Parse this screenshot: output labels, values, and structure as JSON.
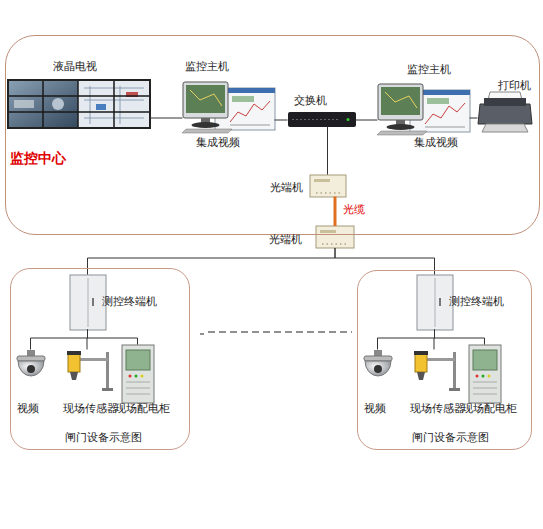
{
  "diagram": {
    "nodes": [
      {
        "text": [
          "监控中心"
        ]
      },
      {
        "text": [
          "液晶电视"
        ],
        "in": 0
      },
      {
        "text": [
          "监控主机",
          "集成视频"
        ],
        "in": 0
      },
      {
        "text": [
          "交换机"
        ],
        "in": 0
      },
      {
        "text": [
          "监控主机",
          "集成视频"
        ],
        "in": 0
      },
      {
        "text": [
          "打印机"
        ],
        "in": 0
      },
      {
        "text": [
          "光端机"
        ],
        "in": 0
      },
      {
        "text": [
          "光端机"
        ]
      },
      {
        "text": [
          "闸门设备示意图"
        ]
      },
      {
        "text": [
          "测控终端机"
        ],
        "in": 8
      },
      {
        "text": [
          "视频"
        ],
        "in": 8
      },
      {
        "text": [
          "现场传感器"
        ],
        "in": 8
      },
      {
        "text": [
          "现场配电柜"
        ],
        "in": 8
      },
      {
        "text": [
          "闸门设备示意图"
        ]
      },
      {
        "text": [
          "测控终端机"
        ],
        "in": 13
      },
      {
        "text": [
          "视频"
        ],
        "in": 13
      },
      {
        "text": [
          "现场传感器"
        ],
        "in": 13
      },
      {
        "text": [
          "现场配电柜"
        ],
        "in": 13
      }
    ],
    "edges": [
      {
        "from": 1,
        "to": 2,
        "arrow": "none"
      },
      {
        "from": 2,
        "to": 3,
        "arrow": "none"
      },
      {
        "from": 3,
        "to": 4,
        "arrow": "none"
      },
      {
        "from": 4,
        "to": 5,
        "arrow": "none"
      },
      {
        "from": 3,
        "to": 6,
        "arrow": "none"
      },
      {
        "from": 6,
        "to": 7,
        "label": "光缆",
        "arrow": "none"
      },
      {
        "from": 7,
        "to": 9,
        "arrow": "none"
      },
      {
        "from": 7,
        "to": 14,
        "arrow": "none"
      },
      {
        "from": 9,
        "to": 10,
        "arrow": "none"
      },
      {
        "from": 9,
        "to": 11,
        "arrow": "none"
      },
      {
        "from": 9,
        "to": 12,
        "arrow": "none"
      },
      {
        "from": 14,
        "to": 15,
        "arrow": "none"
      },
      {
        "from": 14,
        "to": 16,
        "arrow": "none"
      },
      {
        "from": 14,
        "to": 17,
        "arrow": "none"
      }
    ]
  }
}
